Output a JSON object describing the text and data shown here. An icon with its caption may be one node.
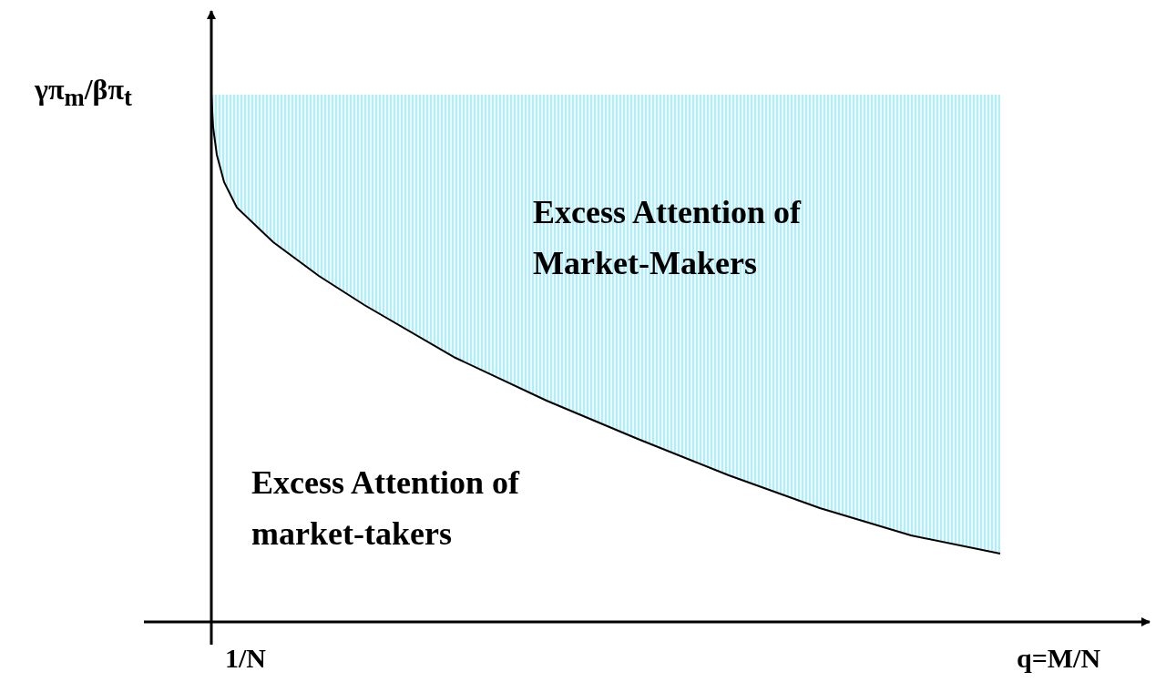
{
  "diagram": {
    "labels": [
      "γπ$_{m}$/βπ$_{t}$",
      "Excess Attention of Market-Makers",
      "Excess Attention of market-takers",
      "1/N",
      "q=M/N"
    ]
  }
}
